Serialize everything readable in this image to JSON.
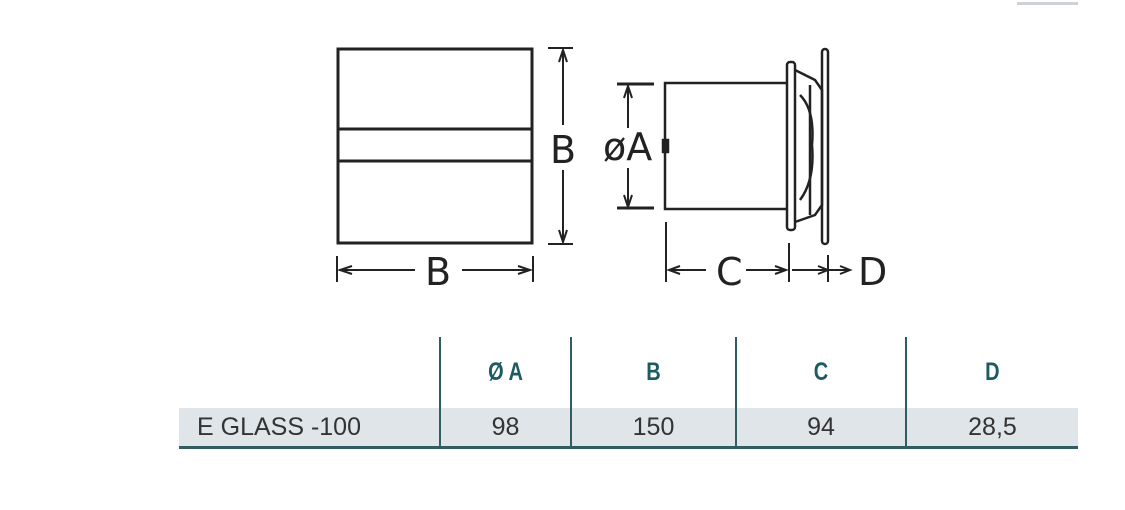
{
  "diagram": {
    "front_view": {
      "width_label": "B",
      "height_label": "B"
    },
    "side_view": {
      "diameter_label": "øA",
      "depth_label": "C",
      "flange_label": "D"
    }
  },
  "table": {
    "headers": [
      "",
      "Ø A",
      "B",
      "C",
      "D"
    ],
    "rows": [
      {
        "model": "E GLASS -100",
        "values": [
          "98",
          "150",
          "94",
          "28,5"
        ]
      }
    ]
  },
  "colors": {
    "header_text": "#1d5b62",
    "row_bg": "#dfe5e8",
    "rule": "#2f5d62"
  }
}
